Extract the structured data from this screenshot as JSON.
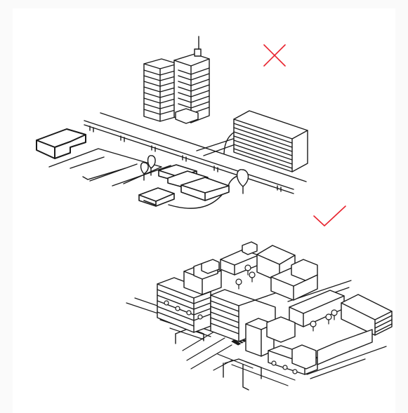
{
  "illustration": {
    "panels": [
      {
        "id": "top",
        "verdict": "bad",
        "mark_icon": "cross-icon"
      },
      {
        "id": "bottom",
        "verdict": "good",
        "mark_icon": "check-icon"
      }
    ],
    "colors": {
      "background": "#fafafa",
      "panel": "#ffffff",
      "ink": "#1a1a1a",
      "mark": "#e8232e"
    }
  }
}
